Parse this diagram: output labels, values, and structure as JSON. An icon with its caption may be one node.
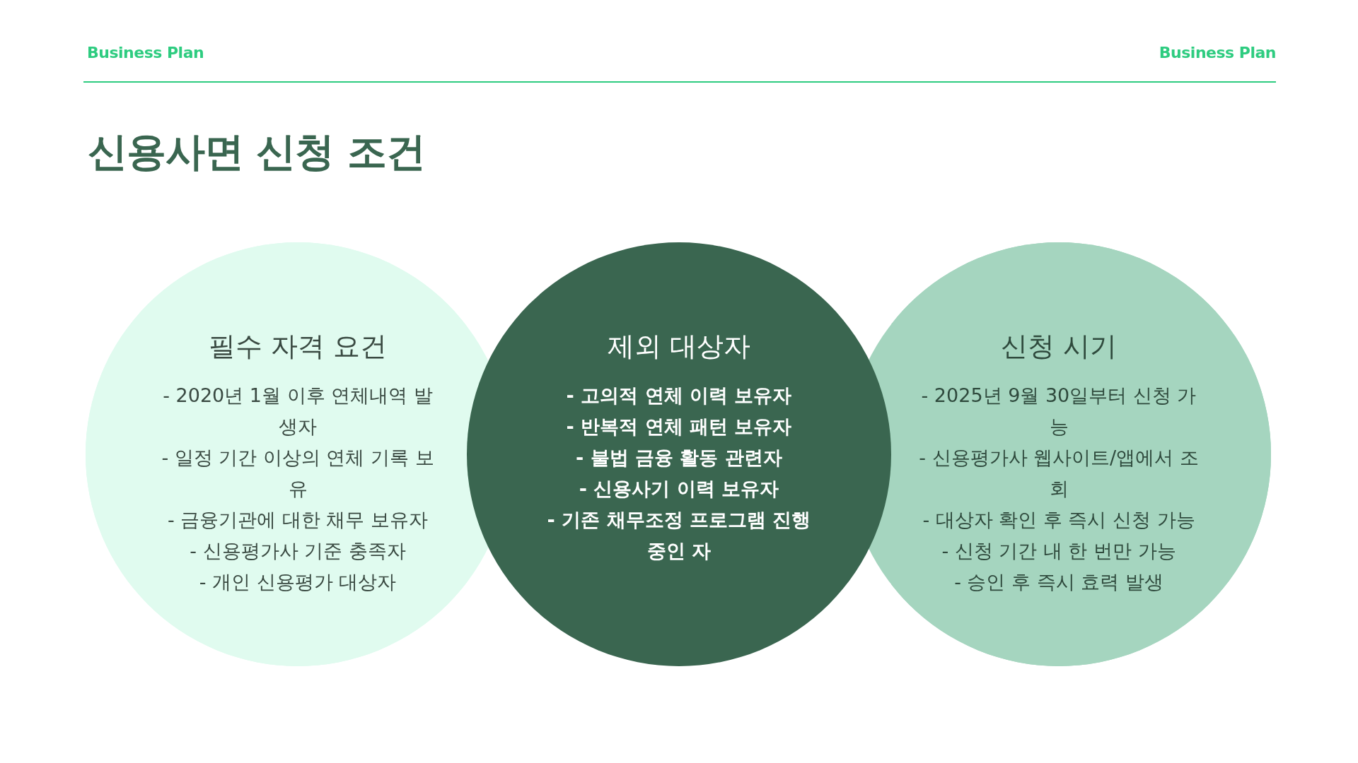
{
  "diagram": {
    "title": "신용사면 신청 조건",
    "nodes": [
      {
        "text": [
          "필수 자격 요건",
          "- 2020년 1월 이후 연체내역 발생자",
          "- 일정 기간 이상의 연체 기록 보유",
          "- 금융기관에 대한 채무 보유자",
          "- 신용평가사 기준 충족자",
          "- 개인 신용평가 대상자"
        ]
      },
      {
        "text": [
          "제외 대상자",
          "- 고의적 연체 이력 보유자",
          "- 반복적 연체 패턴 보유자",
          "- 불법 금융 활동 관련자",
          "- 신용사기 이력 보유자",
          "- 기존 채무조정 프로그램 진행 중인 자"
        ]
      },
      {
        "text": [
          "신청 시기",
          "- 2025년 9월 30일부터 신청 가능",
          "- 신용평가사 웹사이트/앱에서 조회",
          "- 대상자 확인 후 즉시 신청 가능",
          "- 신청 기간 내 한 번만 가능",
          "- 승인 후 즉시 효력 발생"
        ]
      }
    ],
    "labels": [
      "Business Plan",
      "Business Plan"
    ]
  }
}
